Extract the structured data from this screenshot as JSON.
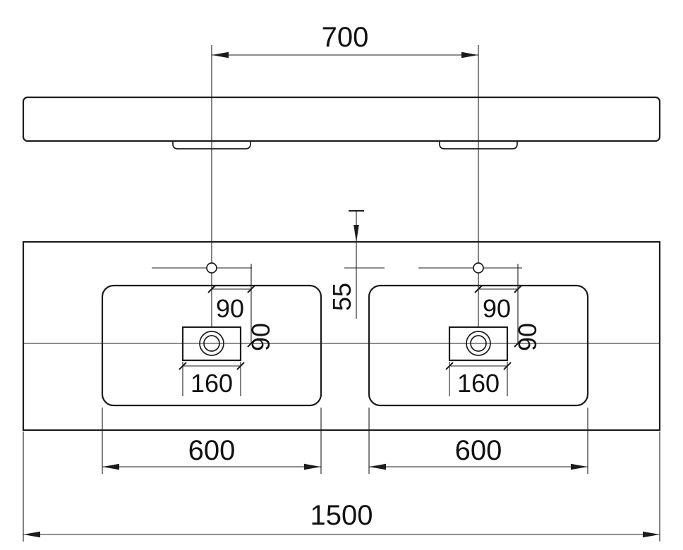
{
  "drawing": {
    "faucet_spacing": "700",
    "faucet_setback": "55",
    "overall_width": "1500",
    "basins": [
      {
        "faucet_offset_x": "90",
        "faucet_offset_y": "90",
        "drain_width": "160",
        "width": "600"
      },
      {
        "faucet_offset_x": "90",
        "faucet_offset_y": "90",
        "drain_width": "160",
        "width": "600"
      }
    ]
  },
  "colors": {
    "line": "#1c1c1c",
    "text": "#111111",
    "background": "#ffffff"
  }
}
